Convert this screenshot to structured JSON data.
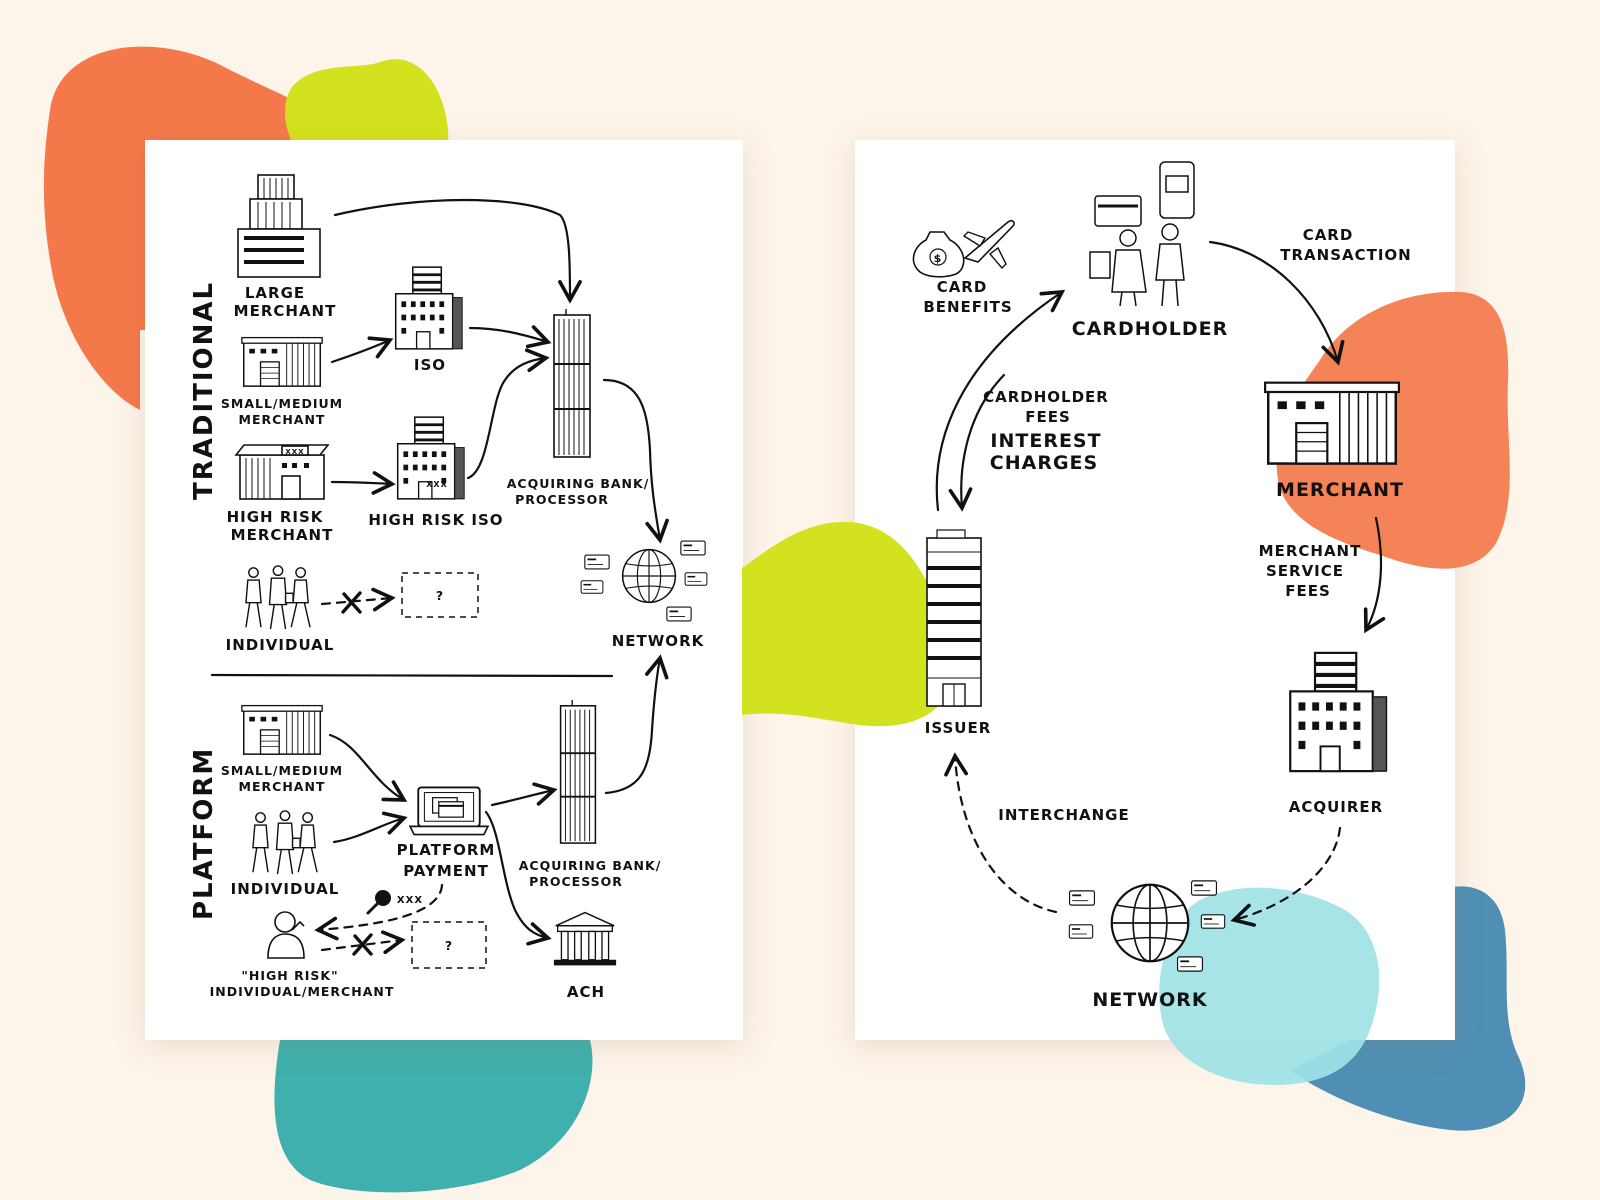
{
  "colors": {
    "background": "#fdf4ea",
    "card": "#ffffff",
    "blob_orange": "#f4784a",
    "blob_lime": "#d3e21e",
    "blob_teal": "#3fb0ad",
    "blob_blue": "#4f8fb5",
    "blob_lightblue": "#9ee2e6",
    "ink": "#111111"
  },
  "left_card": {
    "section_traditional": "TRADITIONAL",
    "section_platform": "PLATFORM",
    "traditional": {
      "large_merchant": [
        "LARGE",
        "MERCHANT"
      ],
      "small_medium_merchant": [
        "SMALL/MEDIUM",
        "MERCHANT"
      ],
      "high_risk_merchant": [
        "HIGH RISK",
        "MERCHANT"
      ],
      "individual": "INDIVIDUAL",
      "iso": "ISO",
      "high_risk_iso": "HIGH RISK ISO",
      "acquiring_bank": [
        "ACQUIRING BANK/",
        "PROCESSOR"
      ],
      "network": "NETWORK",
      "unknown_box": "?",
      "hr_sign": "XXX",
      "hr_iso_sign": "XXX"
    },
    "platform": {
      "small_medium_merchant": [
        "SMALL/MEDIUM",
        "MERCHANT"
      ],
      "individual": "INDIVIDUAL",
      "platform_payment": [
        "PLATFORM",
        "PAYMENT"
      ],
      "acquiring_bank": [
        "ACQUIRING BANK/",
        "PROCESSOR"
      ],
      "ach": "ACH",
      "high_risk": [
        "\"HIGH RISK\"",
        "INDIVIDUAL/MERCHANT"
      ],
      "unknown_box": "?",
      "magnifier_text": "XXX"
    }
  },
  "right_card": {
    "card_benefits": [
      "CARD",
      "BENEFITS"
    ],
    "cardholder": "CARDHOLDER",
    "card_transaction": [
      "CARD",
      "TRANSACTION"
    ],
    "merchant": "MERCHANT",
    "merchant_service_fees": [
      "MERCHANT",
      "SERVICE",
      "FEES"
    ],
    "acquirer": "ACQUIRER",
    "network": "NETWORK",
    "interchange": "INTERCHANGE",
    "issuer": "ISSUER",
    "cardholder_fees": [
      "CARDHOLDER",
      "FEES"
    ],
    "interest_charges": [
      "INTEREST",
      "CHARGES"
    ]
  }
}
